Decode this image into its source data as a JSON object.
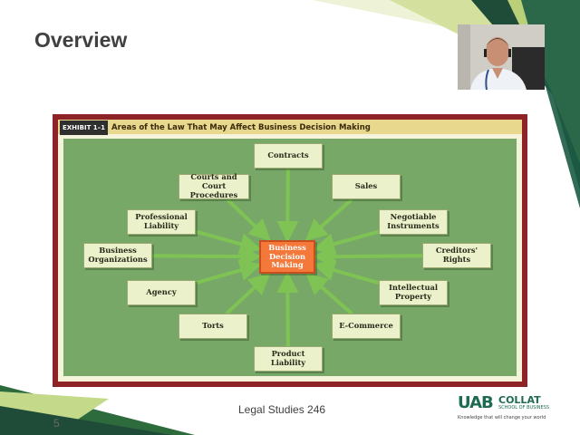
{
  "slide": {
    "title": "Overview",
    "footer": "Legal Studies 246",
    "page_number": "5"
  },
  "exhibit": {
    "tag": "EXHIBIT 1–1",
    "title": "Areas of the Law That May Affect Business Decision Making",
    "center": "Business\nDecision\nMaking",
    "nodes": [
      {
        "id": "contracts",
        "label": "Contracts"
      },
      {
        "id": "courts",
        "label": "Courts and\nCourt Procedures"
      },
      {
        "id": "sales",
        "label": "Sales"
      },
      {
        "id": "professional-liability",
        "label": "Professional\nLiability"
      },
      {
        "id": "negotiable-instruments",
        "label": "Negotiable\nInstruments"
      },
      {
        "id": "business-organizations",
        "label": "Business\nOrganizations"
      },
      {
        "id": "creditors-rights",
        "label": "Creditors'\nRights"
      },
      {
        "id": "agency",
        "label": "Agency"
      },
      {
        "id": "intellectual-property",
        "label": "Intellectual\nProperty"
      },
      {
        "id": "torts",
        "label": "Torts"
      },
      {
        "id": "e-commerce",
        "label": "E-Commerce"
      },
      {
        "id": "product-liability",
        "label": "Product\nLiability"
      }
    ]
  },
  "logo": {
    "uab": "UAB",
    "collat": "COLLAT",
    "school": "SCHOOL OF BUSINESS",
    "tagline": "Knowledge that will change your world"
  },
  "colors": {
    "accent_green": "#1e6b52",
    "accent_lime": "#c5d98a",
    "arrow_green": "#7ec353",
    "exhibit_border": "#8e2327",
    "center_orange": "#f3783a"
  },
  "icons": {
    "webcam": "presenter-webcam"
  }
}
